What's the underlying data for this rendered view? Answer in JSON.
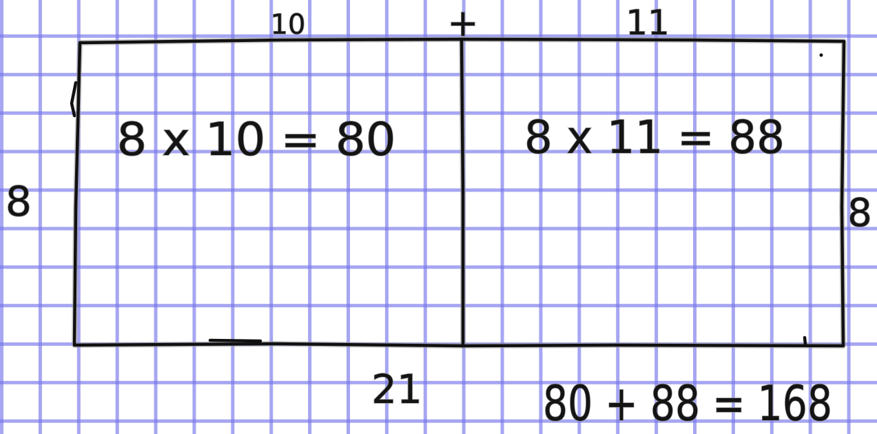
{
  "labels": {
    "top_left_width": "10",
    "top_plus": "+",
    "top_right_width": "11",
    "left_height": "8",
    "right_height": "8",
    "left_product": "8 x 10 = 80",
    "right_product": "8 x 11 = 88",
    "total_width": "21",
    "sum_equation": "80 + 88 = 168"
  },
  "colors": {
    "grid": "#7676eb",
    "ink": "#111111",
    "paper": "#ffffff"
  }
}
